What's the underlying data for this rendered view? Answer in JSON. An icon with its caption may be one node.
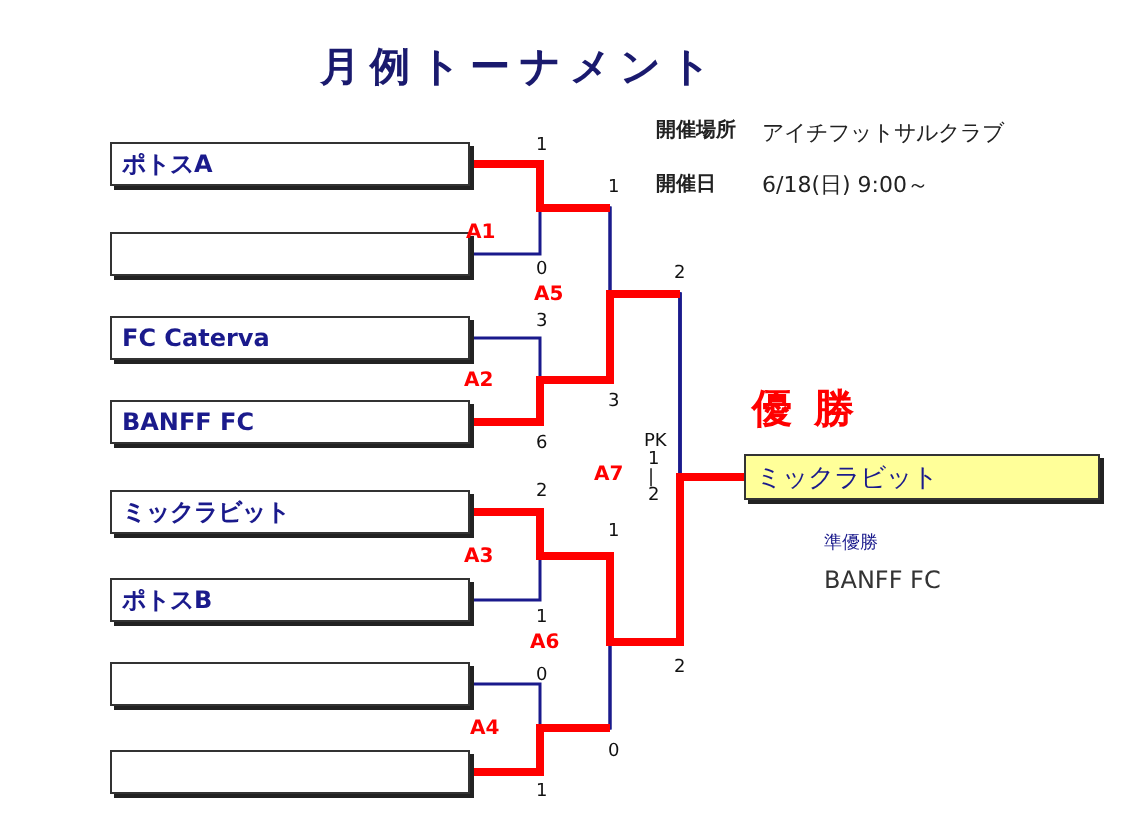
{
  "diagram": {
    "title": "月例トーナメント",
    "nodes": [
      {
        "text": [
          "ポトスA"
        ]
      },
      {
        "text": [],
        "shape": "box"
      },
      {
        "text": [
          "FC Caterva"
        ]
      },
      {
        "text": [
          "BANFF FC"
        ]
      },
      {
        "text": [
          "ミックラビット"
        ]
      },
      {
        "text": [
          "ポトスB"
        ]
      },
      {
        "text": [],
        "shape": "box"
      },
      {
        "text": [],
        "shape": "box"
      },
      {
        "text": [
          "ミックラビット"
        ],
        "beside": [
          "優 勝"
        ]
      }
    ],
    "edges": [
      {
        "from": 0,
        "to": 8,
        "arrow": "none"
      },
      {
        "from": 1,
        "to": 8,
        "arrow": "none"
      },
      {
        "from": 2,
        "to": 8,
        "arrow": "none"
      },
      {
        "from": 3,
        "to": 8,
        "arrow": "none"
      },
      {
        "from": 5,
        "to": 8,
        "arrow": "none"
      },
      {
        "from": 6,
        "to": 8,
        "arrow": "none"
      },
      {
        "from": 7,
        "to": 8,
        "arrow": "none"
      },
      {
        "from": 4,
        "to": 8,
        "arrow": "none",
        "style": "thick",
        "color": "#ff0000"
      }
    ],
    "labels": [
      "開催場所",
      "アイチフットサルクラブ",
      "開催日",
      "6/18(日) 9:00～",
      "1",
      "A1",
      "0",
      "1",
      "A5",
      "3",
      "2",
      "A2",
      "6",
      "3",
      "PK",
      "1",
      "|",
      "2",
      "A7",
      "2",
      "1",
      "A3",
      "1",
      "準優勝",
      "BANFF FC",
      "A6",
      "0",
      "2",
      "A4",
      "1",
      "0"
    ]
  }
}
